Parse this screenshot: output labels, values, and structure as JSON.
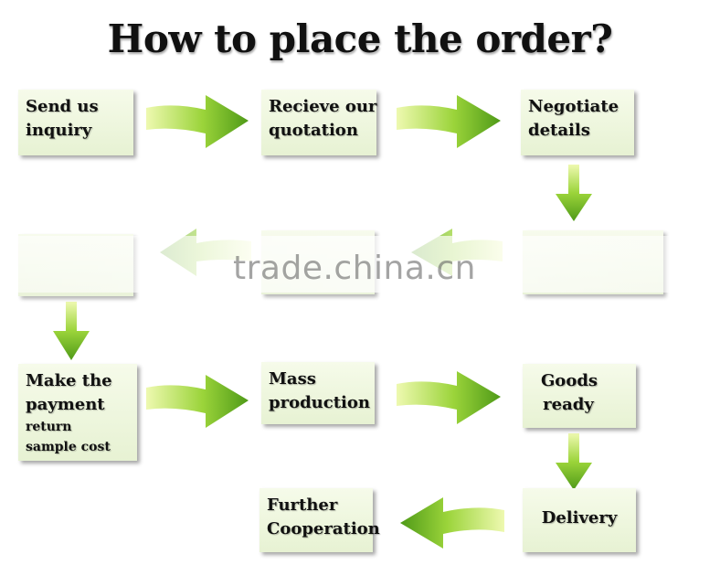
{
  "title": "How to place the order?",
  "steps": {
    "send": [
      "Send us",
      "inquiry"
    ],
    "quote": [
      "Recieve our",
      "quotation"
    ],
    "negotiate": [
      "Negotiate",
      "details"
    ],
    "payment": [
      "Make the",
      "payment",
      "return",
      "sample cost"
    ],
    "mass": [
      "Mass",
      "production"
    ],
    "goods": [
      "Goods",
      "ready"
    ],
    "further": [
      "Further",
      "Cooperation"
    ],
    "delivery": [
      "Delivery"
    ]
  },
  "watermark": "trade.china.cn",
  "colors": {
    "arrow_dark": "#5aa61e",
    "arrow_light": "#d8f07a",
    "box_fill": "#eef6df"
  }
}
